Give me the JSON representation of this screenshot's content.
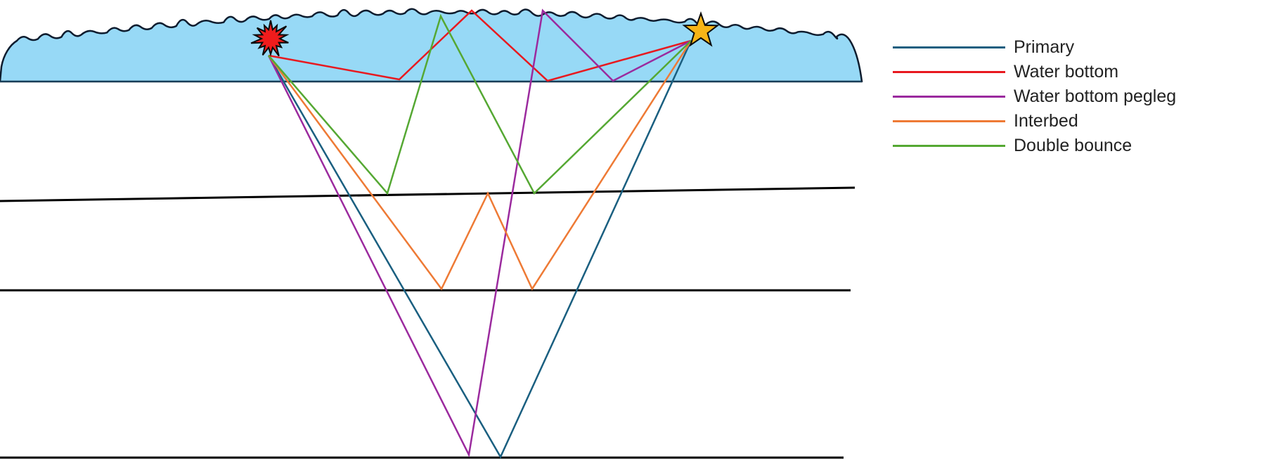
{
  "legend": [
    {
      "label": "Primary",
      "color": "#1a5f80"
    },
    {
      "label": "Water bottom",
      "color": "#e8191f"
    },
    {
      "label": "Water bottom pegleg",
      "color": "#9b2a9e"
    },
    {
      "label": "Interbed",
      "color": "#ee7a35"
    },
    {
      "label": "Double bounce",
      "color": "#55a833"
    }
  ],
  "colors": {
    "water": "#97d9f6",
    "surface_outline": "#0e1c2e",
    "source": "#f01c1c",
    "receiver": "#f7b417",
    "horizon": "#000000"
  },
  "icons": {
    "source": "explosion-icon",
    "receiver": "star-icon"
  }
}
